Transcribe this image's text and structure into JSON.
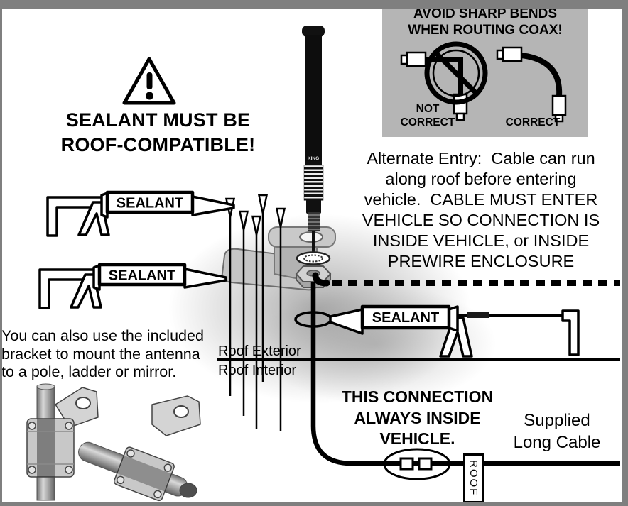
{
  "colors": {
    "frame": "#7f7f7f",
    "panel_bg": "#b5b5b5",
    "metal": "#c6c6c6",
    "ink": "#000000"
  },
  "coax_panel": {
    "title_lines": [
      "AVOID SHARP BENDS",
      "WHEN ROUTING COAX!"
    ],
    "not_correct_lines": [
      "NOT",
      "CORRECT"
    ],
    "correct_label": "CORRECT"
  },
  "sealant_warning": {
    "lines": [
      "SEALANT MUST BE",
      "ROOF-COMPATIBLE!"
    ]
  },
  "sealant_label": "SEALANT",
  "alternate_entry": {
    "lines": [
      "Alternate Entry:  Cable can run",
      "along roof before entering",
      "vehicle.  CABLE MUST ENTER",
      "VEHICLE SO CONNECTION IS",
      "INSIDE VEHICLE, or INSIDE",
      "PREWIRE ENCLOSURE"
    ]
  },
  "bracket_note": {
    "lines": [
      "You can also use the included",
      "bracket to mount the antenna",
      "to a pole, ladder or mirror."
    ]
  },
  "roof_section": {
    "exterior": "Roof Exterior",
    "interior": "Roof Interior"
  },
  "connection_note": {
    "lines": [
      "THIS CONNECTION",
      "ALWAYS INSIDE",
      "VEHICLE."
    ]
  },
  "supplied_cable": {
    "lines": [
      "Supplied",
      "Long Cable"
    ]
  },
  "roof_tag": "ROOF",
  "antenna": {
    "brand": "KING"
  }
}
